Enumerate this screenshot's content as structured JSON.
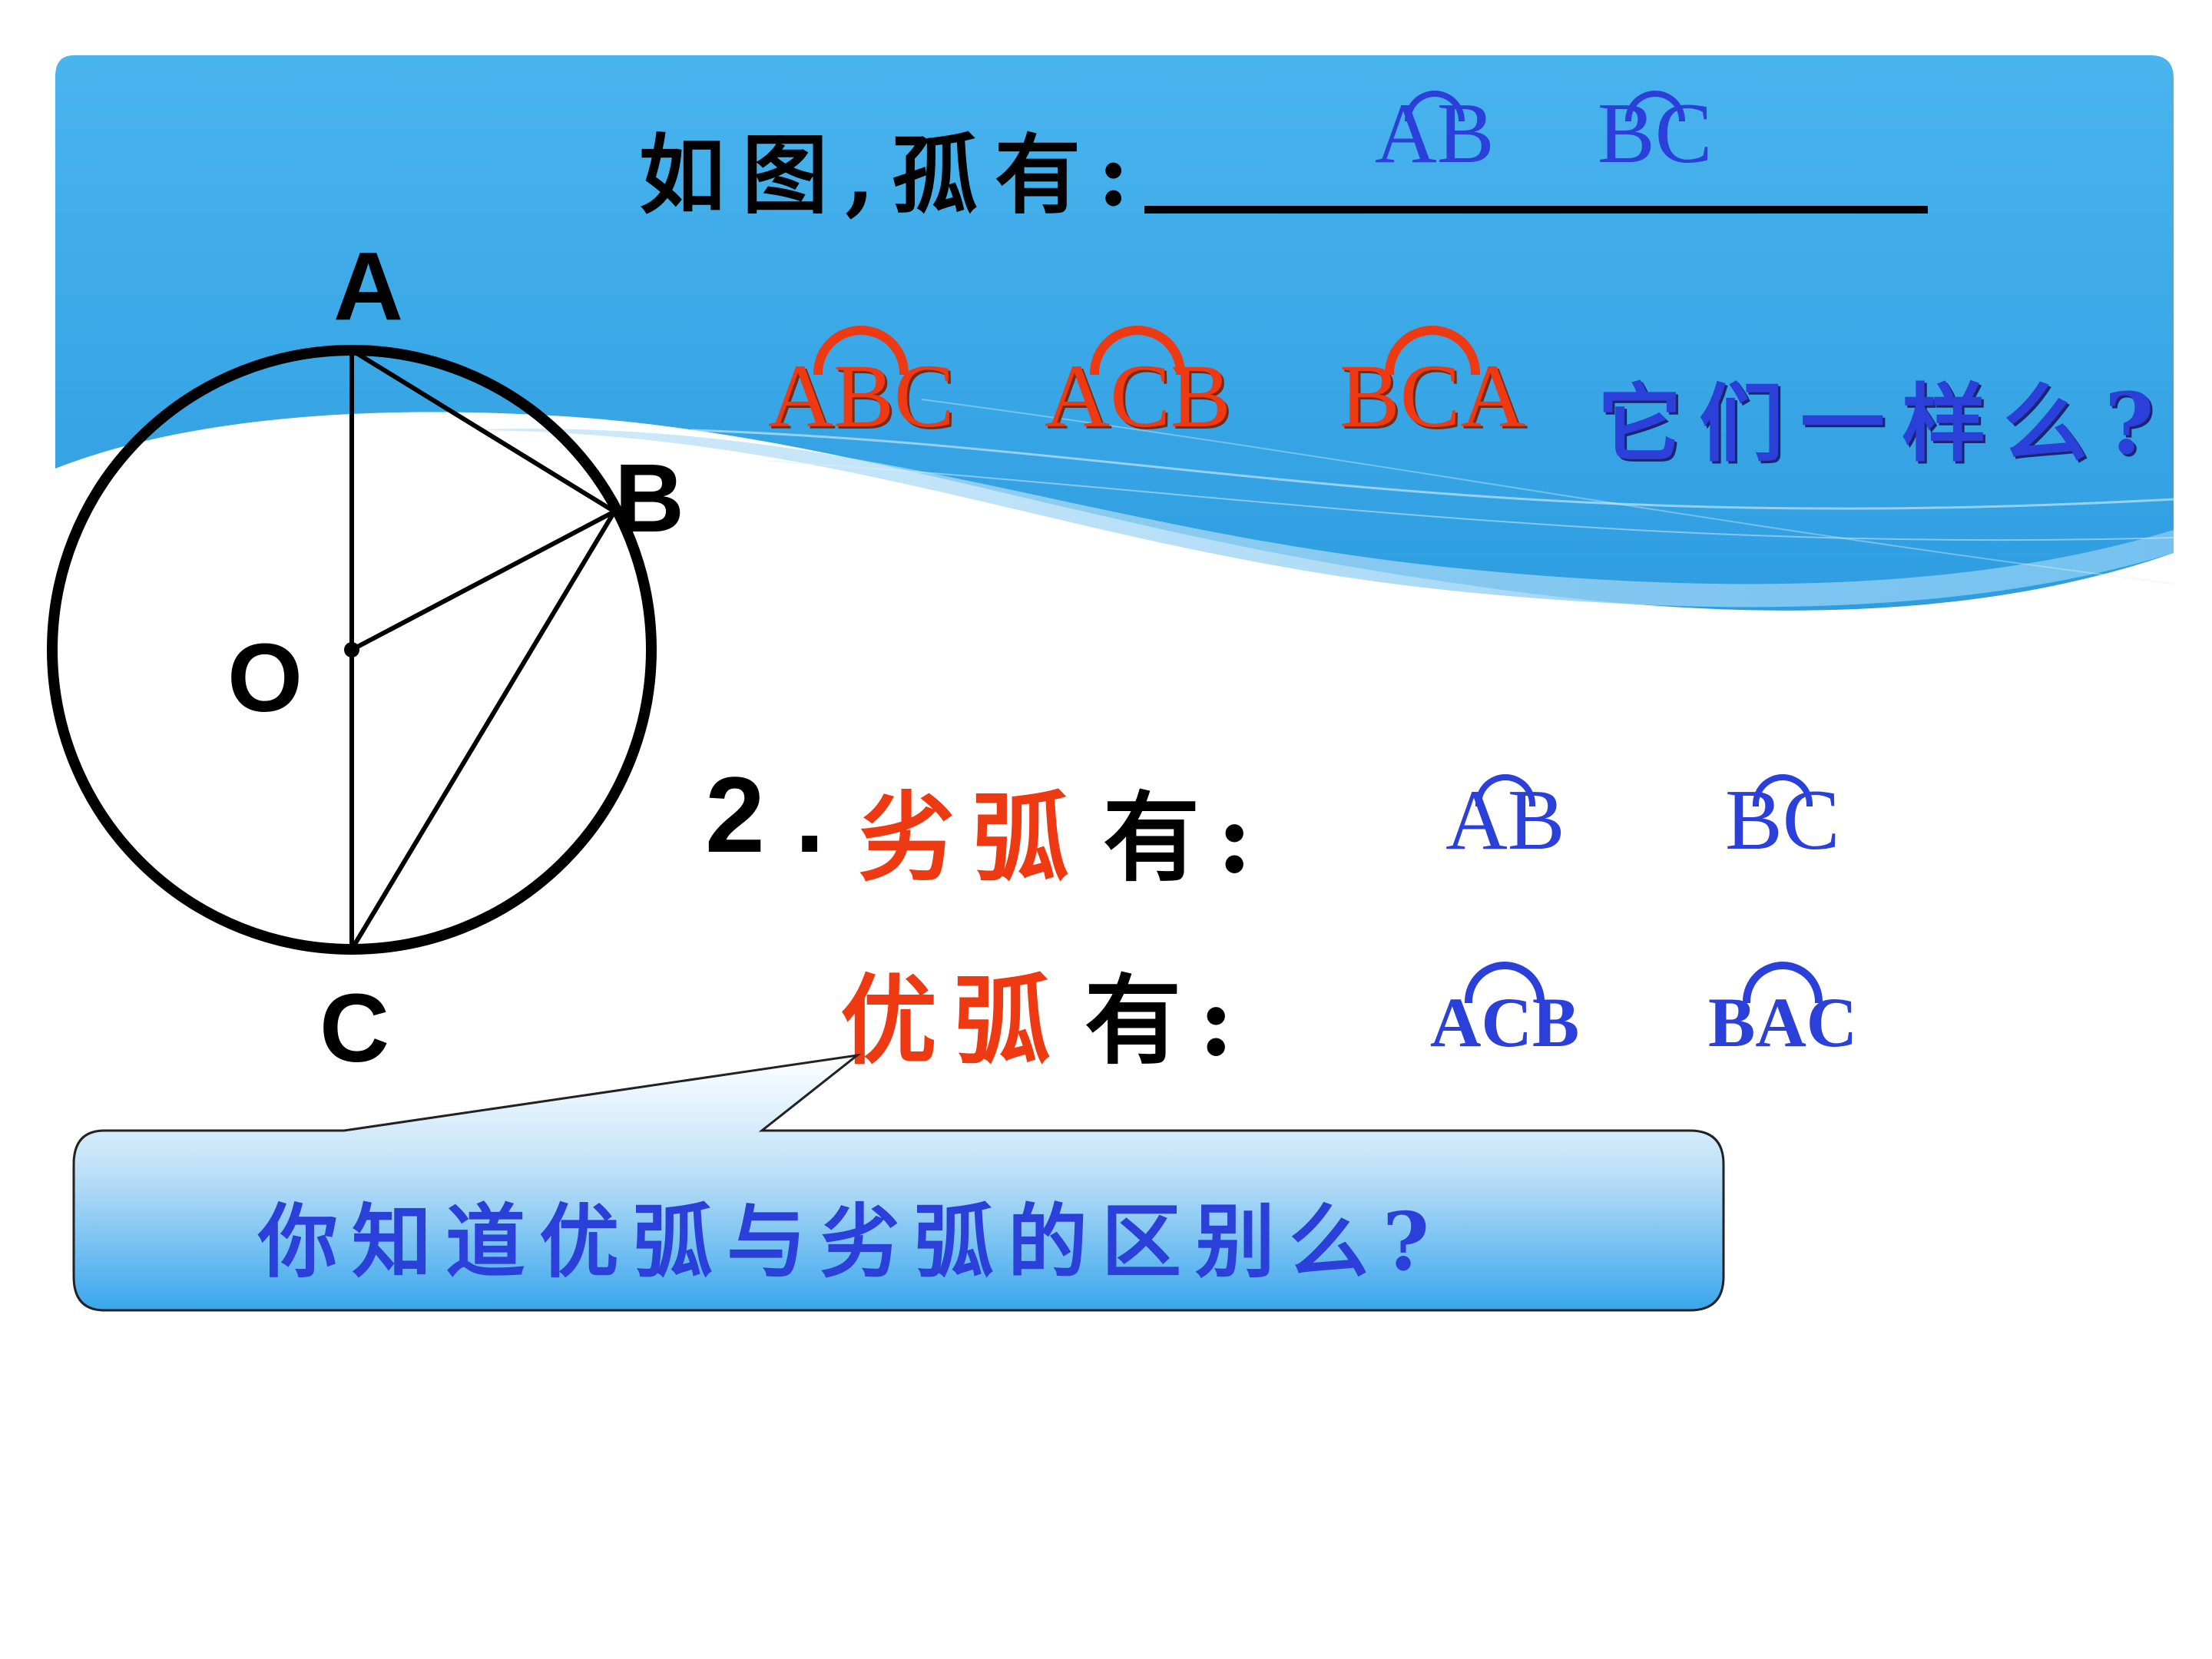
{
  "title": {
    "prefix": "如图,孤有:",
    "arcs": [
      "AB",
      "BC"
    ]
  },
  "question1": {
    "arcs": [
      "ABC",
      "ACB",
      "BCA"
    ],
    "text": "它们一样么?"
  },
  "circle_labels": {
    "a": "A",
    "b": "B",
    "c": "C",
    "o": "O"
  },
  "minor": {
    "number": "2 .",
    "term": "劣弧",
    "suffix": "有:",
    "arcs": [
      "AB",
      "BC"
    ]
  },
  "major": {
    "term": "优弧",
    "suffix": "有:",
    "arcs": [
      "ACB",
      "BAC"
    ]
  },
  "callout": {
    "text": "你知道优弧与劣弧的区别么?"
  },
  "colors": {
    "banner": "#3aa8e6",
    "blue_text": "#2b3fd9",
    "red_text": "#ee3a12",
    "black": "#000000"
  }
}
